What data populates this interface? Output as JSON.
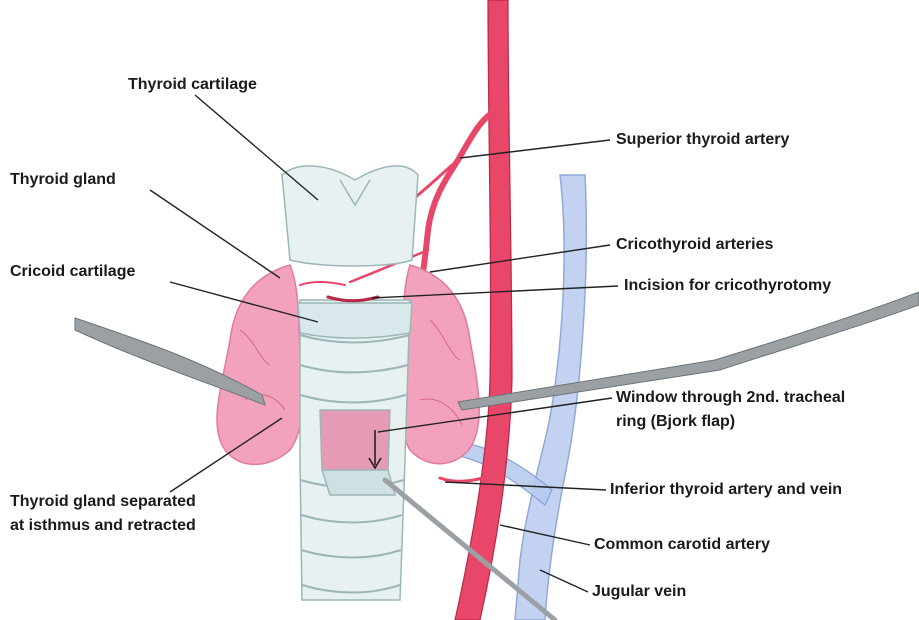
{
  "colors": {
    "artery": "#e8476a",
    "artery_dark": "#b82847",
    "vein": "#b8cbee",
    "vein_edge": "#7f9ad6",
    "gland": "#f2a2bd",
    "gland_dark": "#e07c9d",
    "cartilage": "#e8f1f1",
    "cartilage_edge": "#9cb6b8",
    "instrument": "#9aa0a4",
    "leader": "#222222",
    "text": "#1a1a1a"
  },
  "labels": {
    "thyroid_cartilage": "Thyroid cartilage",
    "thyroid_gland": "Thyroid gland",
    "cricoid_cartilage": "Cricoid cartilage",
    "separated_line1": "Thyroid gland separated",
    "separated_line2": "at isthmus and retracted",
    "superior_thyroid_artery": "Superior thyroid artery",
    "cricothyroid_arteries": "Cricothyroid arteries",
    "incision": "Incision for cricothyrotomy",
    "window_line1": "Window through 2nd. tracheal",
    "window_line2": "ring (Bjork flap)",
    "inferior": "Inferior thyroid artery and vein",
    "common_carotid": "Common carotid artery",
    "jugular": "Jugular vein"
  }
}
